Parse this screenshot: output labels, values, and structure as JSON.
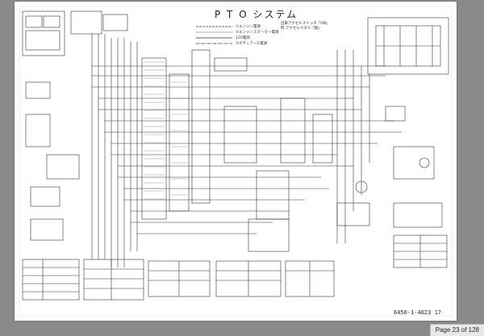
{
  "diagram": {
    "title": "P T O システム",
    "document_number": "6450-1-4023 17"
  },
  "legend": [
    {
      "text": "①エンジン電源"
    },
    {
      "text": "②エンジンスターター電源"
    },
    {
      "text": "12V電源"
    },
    {
      "text": "③ボディアース電源"
    }
  ],
  "note": "自車アクセルスイッチ「ON」時 アクセルペダル「踏」",
  "pager": {
    "label": "Page 23 of 128"
  }
}
